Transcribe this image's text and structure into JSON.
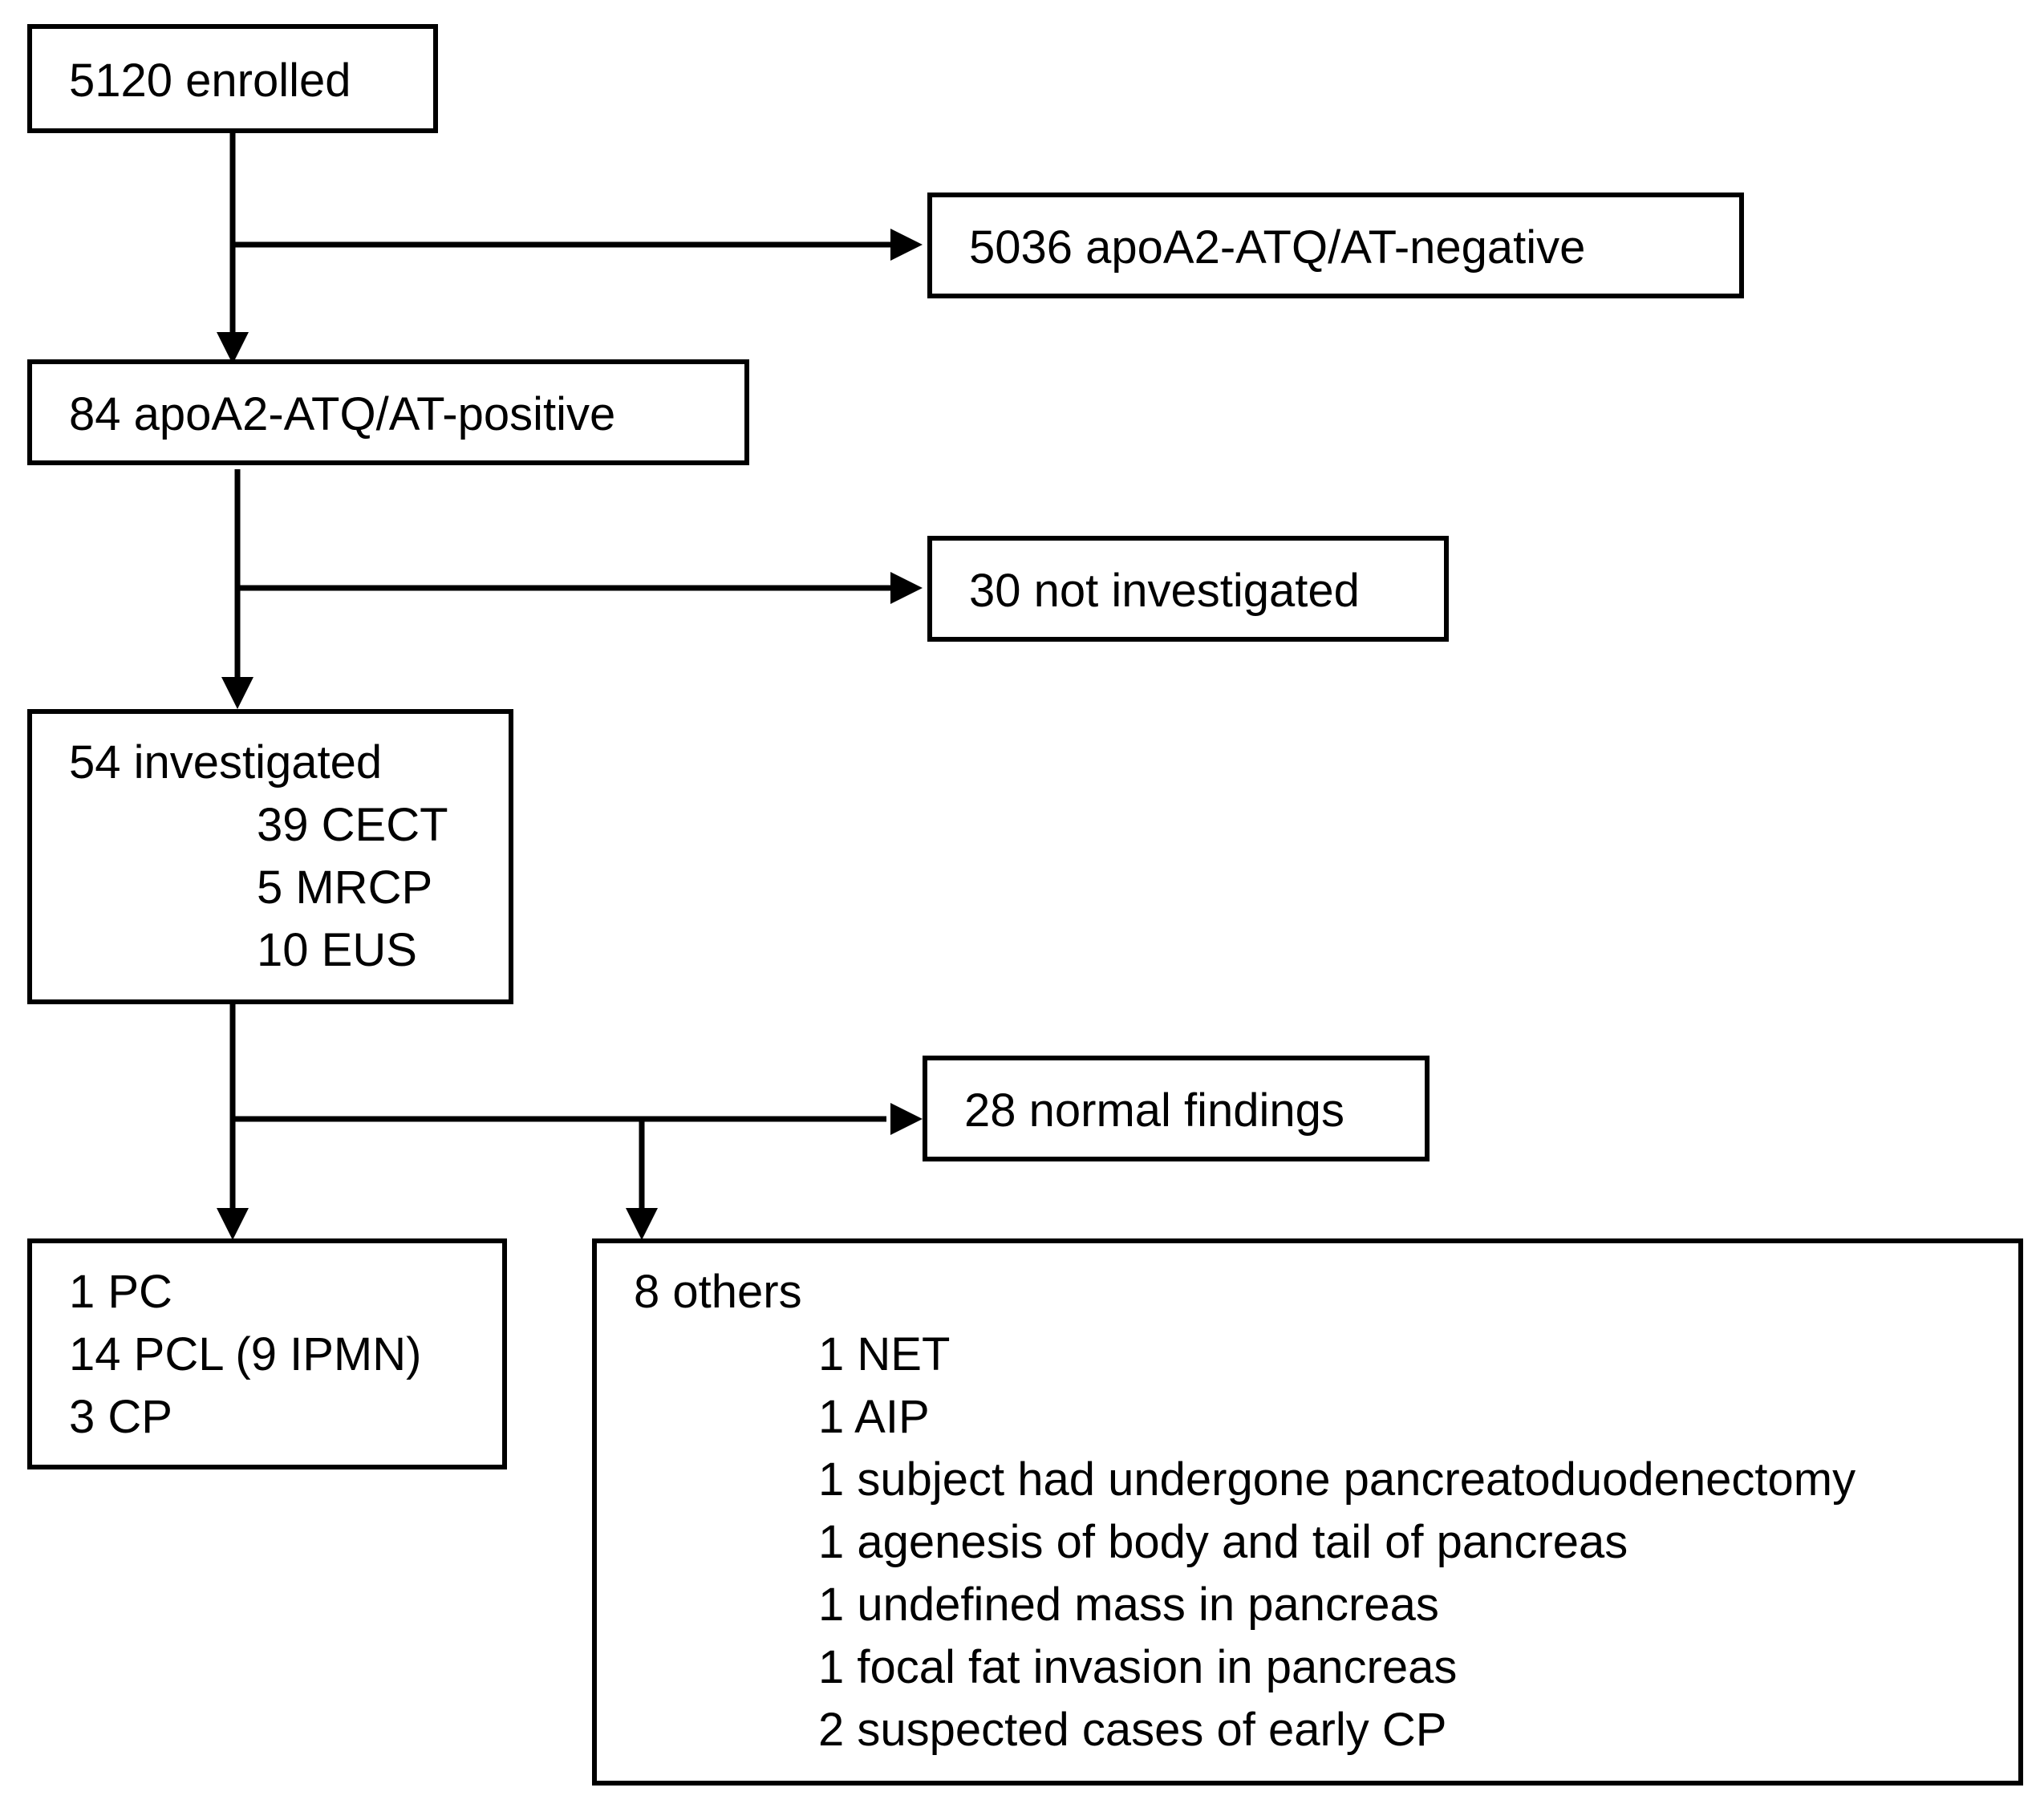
{
  "enrolled": "5120 enrolled",
  "negative": "5036 apoA2-ATQ/AT-negative",
  "positive": "84 apoA2-ATQ/AT-positive",
  "not_investigated": "30 not investigated",
  "investigated": {
    "title": "54 investigated",
    "items": [
      "39 CECT",
      "5 MRCP",
      "10 EUS"
    ]
  },
  "normal": "28 normal findings",
  "findings": [
    "1 PC",
    "14 PCL (9 IPMN)",
    "3 CP"
  ],
  "others": {
    "title": "8 others",
    "items": [
      "1 NET",
      "1 AIP",
      "1 subject had undergone pancreatoduodenectomy",
      "1 agenesis of body and tail of pancreas",
      "1 undefined mass in pancreas",
      "1 focal fat invasion in pancreas",
      "2 suspected cases of early CP"
    ]
  }
}
